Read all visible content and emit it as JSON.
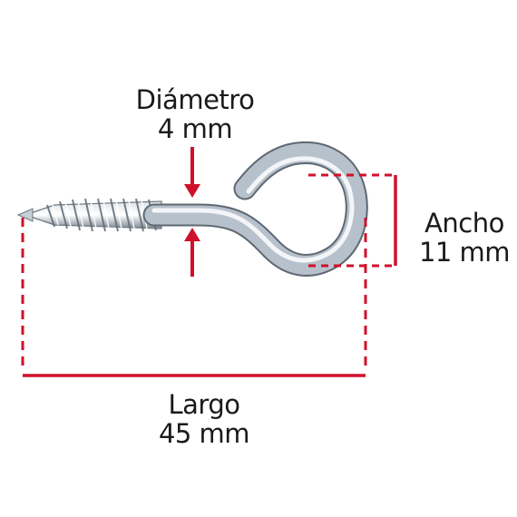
{
  "labels": {
    "diameter": {
      "name": "Diámetro",
      "value": "4 mm"
    },
    "width": {
      "name": "Ancho",
      "value": "11 mm"
    },
    "length": {
      "name": "Largo",
      "value": "45 mm"
    }
  },
  "colors": {
    "dimension_line": "#d0102b",
    "text": "#1a1a1a",
    "metal": "#b8c2cc",
    "background": "#ffffff"
  },
  "product": {
    "icon": "screw-eye-hook-icon"
  }
}
